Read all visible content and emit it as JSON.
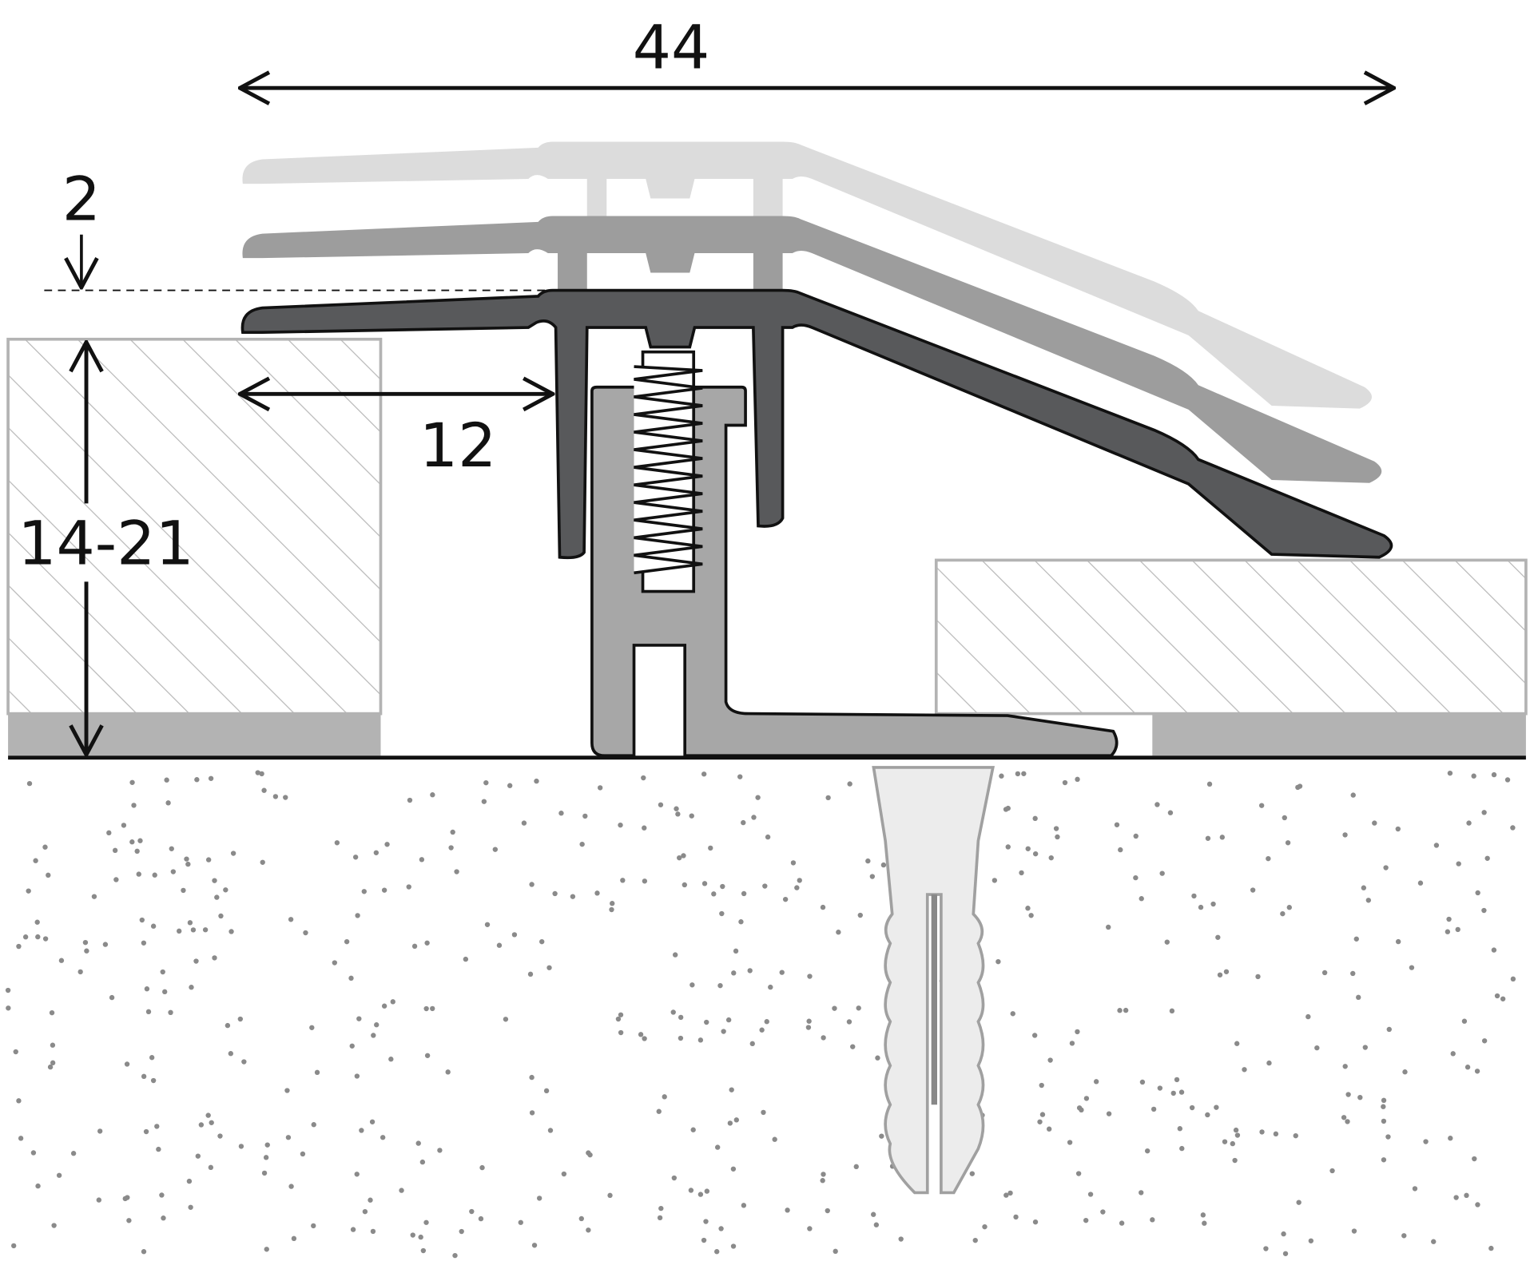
{
  "dimensions": {
    "width_total": "44",
    "height_offset": "2",
    "overlap": "12",
    "floor_height_range": "14-21"
  },
  "colors": {
    "profile_light": "#dcdcdc",
    "profile_medium": "#9d9d9d",
    "profile_dark": "#58595b",
    "base_channel": "#a7a7a7",
    "underlay": "#b3b3b3",
    "dowel": "#ececec",
    "line": "#111111"
  }
}
